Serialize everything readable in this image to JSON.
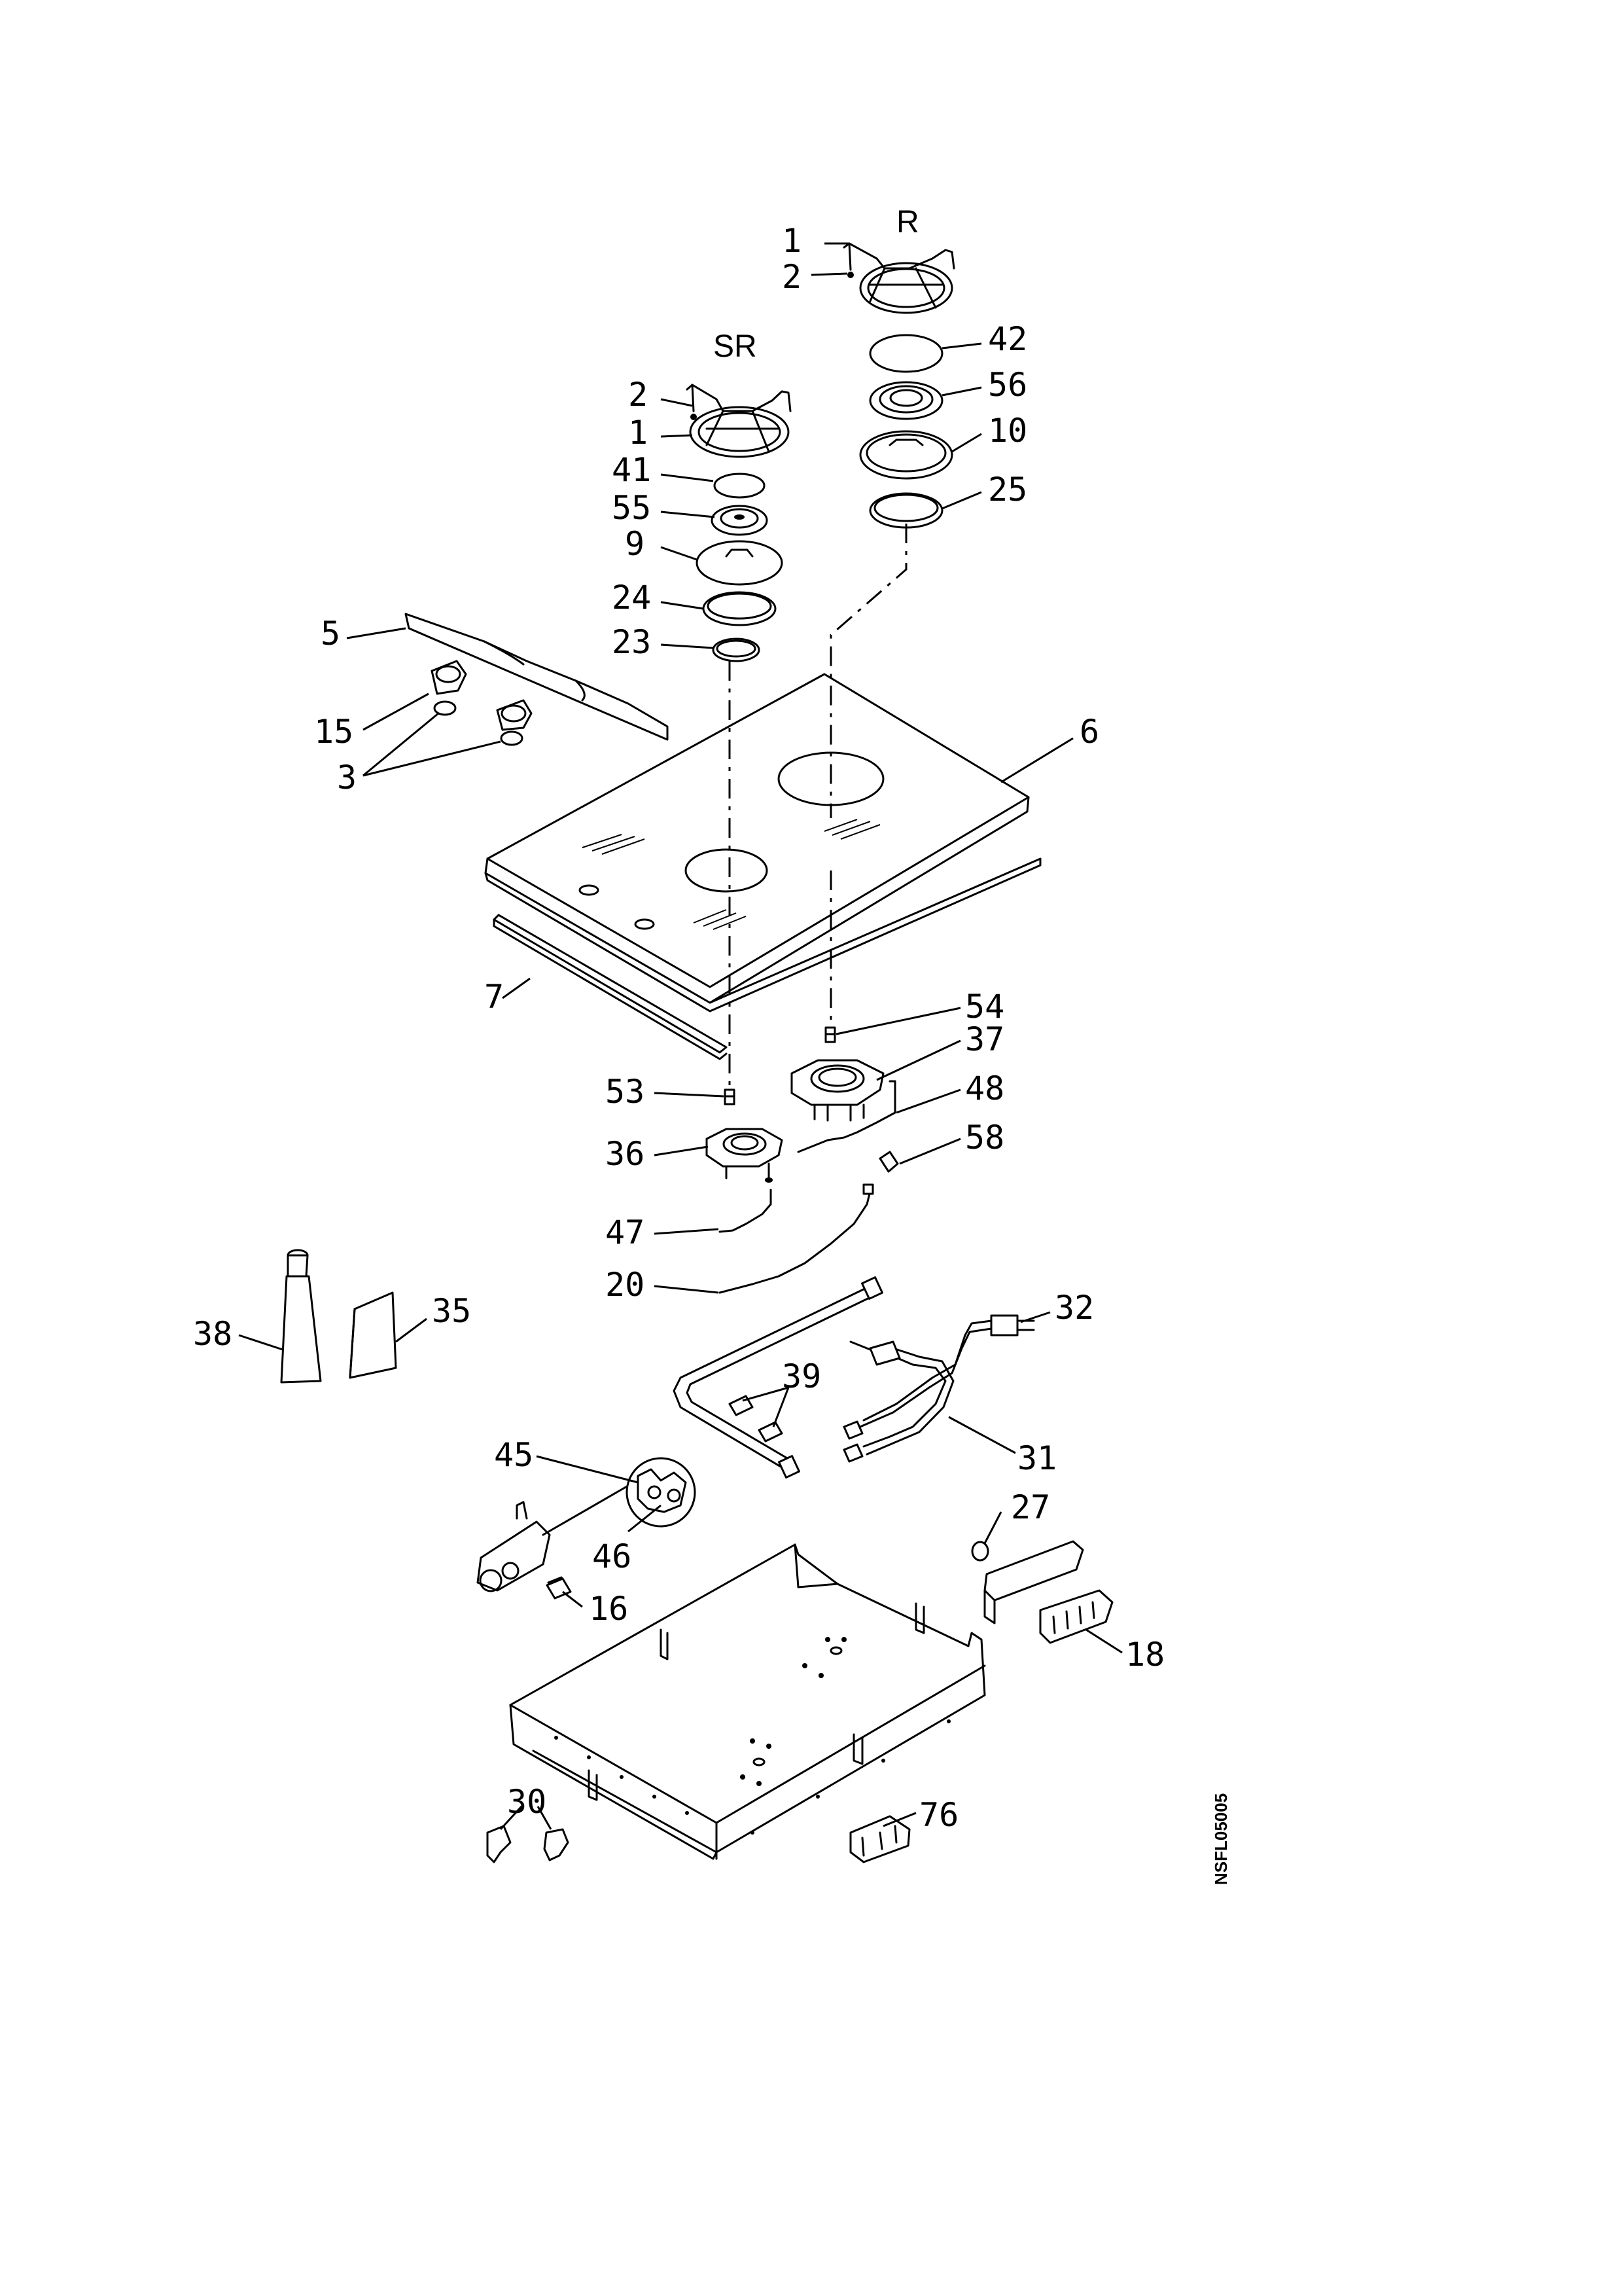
{
  "drawing_code": "NSFL05005",
  "groups": {
    "rapid": "R",
    "semi_rapid": "SR"
  },
  "parts": {
    "p1_r": "1",
    "p2_r": "2",
    "p42": "42",
    "p56": "56",
    "p10": "10",
    "p25": "25",
    "p2_sr": "2",
    "p1_sr": "1",
    "p41": "41",
    "p55": "55",
    "p9": "9",
    "p24": "24",
    "p23": "23",
    "p5": "5",
    "p15": "15",
    "p3": "3",
    "p6": "6",
    "p7": "7",
    "p54": "54",
    "p37": "37",
    "p53": "53",
    "p48": "48",
    "p36": "36",
    "p58": "58",
    "p47": "47",
    "p20": "20",
    "p32": "32",
    "p38": "38",
    "p35": "35",
    "p39": "39",
    "p31": "31",
    "p45": "45",
    "p46": "46",
    "p27": "27",
    "p16": "16",
    "p18": "18",
    "p30": "30",
    "p76": "76"
  }
}
